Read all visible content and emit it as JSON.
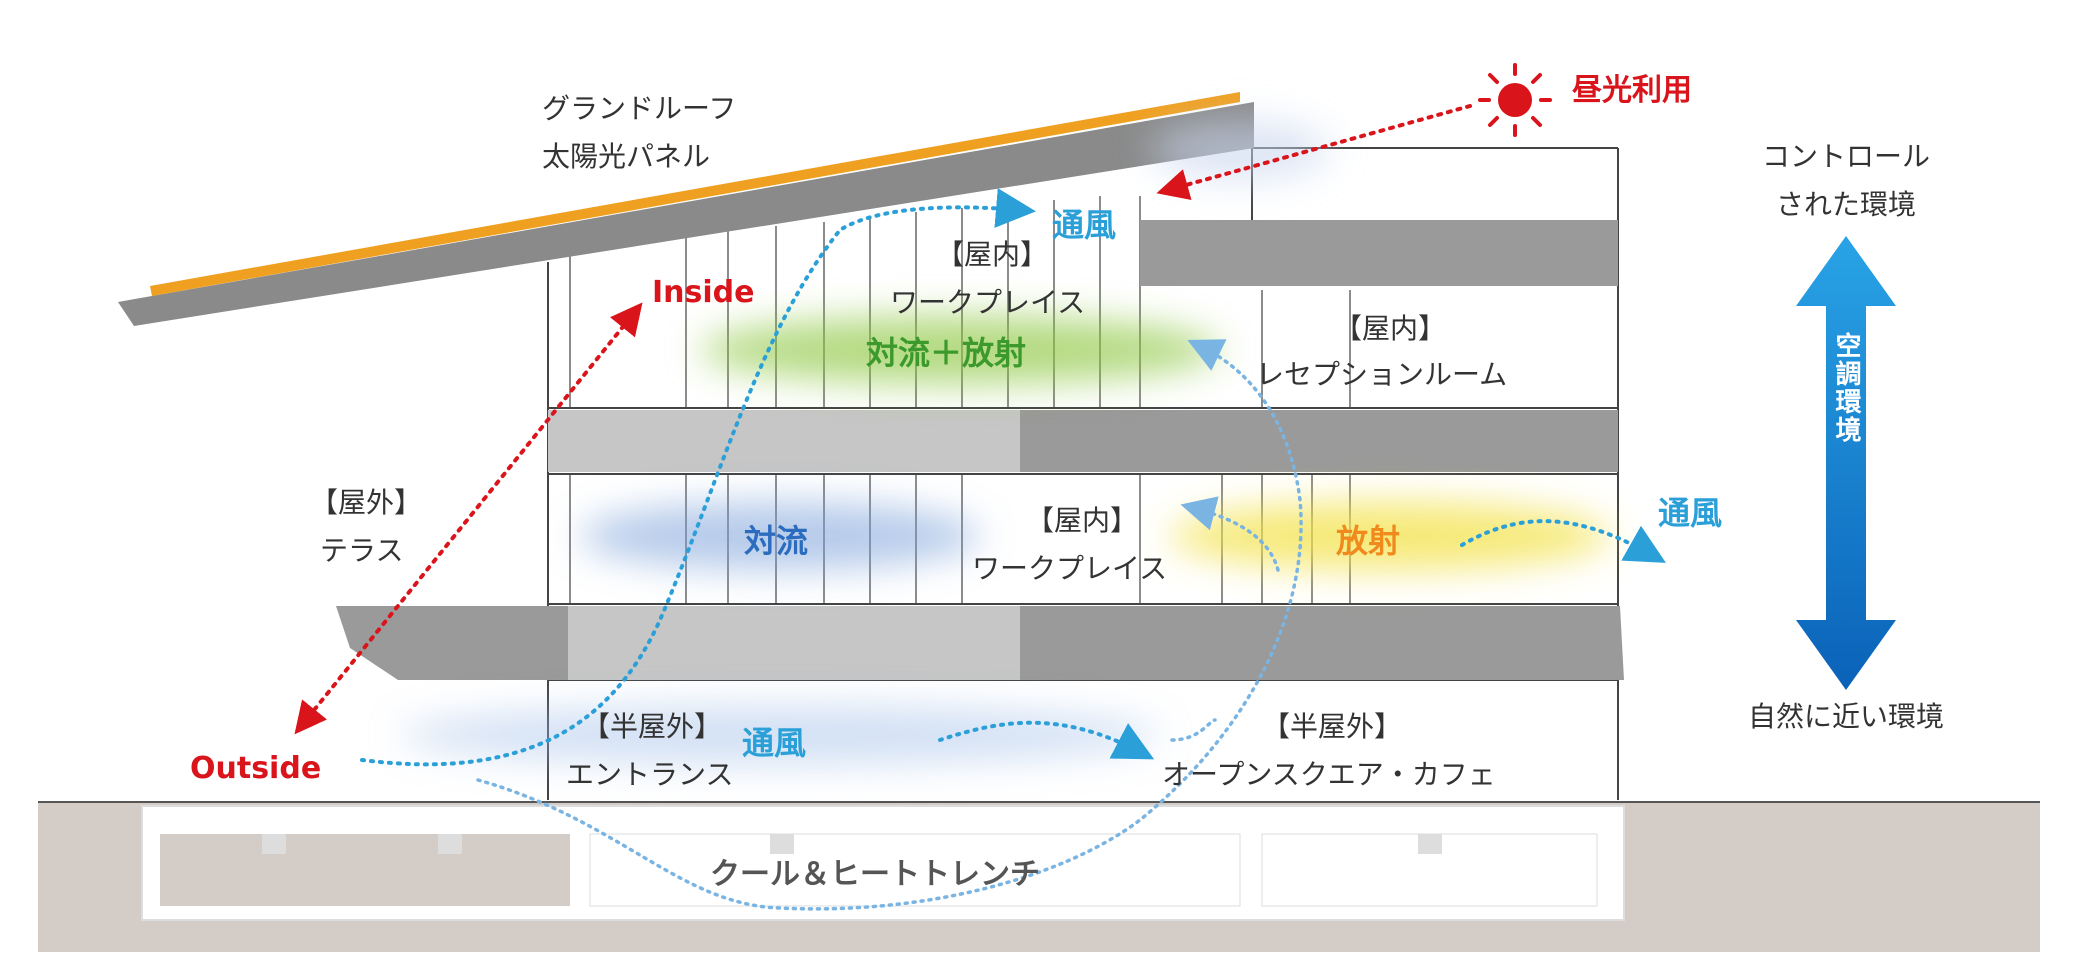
{
  "labels": {
    "roof": "グランドルーフ",
    "solar": "太陽光パネル",
    "daylight": "昼光利用",
    "control_1": "コントロール",
    "control_2": "された環境",
    "hvac": "空調環境",
    "natural": "自然に近い環境",
    "inside": "Inside",
    "outside": "Outside",
    "terrace_1": "【屋外】",
    "terrace_2": "テラス",
    "wp_top_1": "【屋内】",
    "wp_top_2": "ワークプレイス",
    "conv_rad": "対流＋放射",
    "reception_1": "【屋内】",
    "reception_2": "レセプションルーム",
    "convection": "対流",
    "wp_mid_1": "【屋内】",
    "wp_mid_2": "ワークプレイス",
    "radiation": "放射",
    "entrance_1": "【半屋外】",
    "entrance_2": "エントランス",
    "plaza_1": "【半屋外】",
    "plaza_2": "オープンスクエア・カフェ",
    "trench": "クール＆ヒートトレンチ",
    "vent_top": "通風",
    "vent_right": "通風",
    "vent_bottom": "通風"
  },
  "colors": {
    "roof_panel": "#f0a020",
    "slab": "#9a9a9a",
    "slab_light": "#c4c4c4",
    "ground": "#d4ccc6",
    "red": "#d9141b",
    "blue": "#2a9fd8",
    "green": "#3c9a2c",
    "orange": "#f08a1c",
    "arrow_dark": "#0a6cc0"
  }
}
